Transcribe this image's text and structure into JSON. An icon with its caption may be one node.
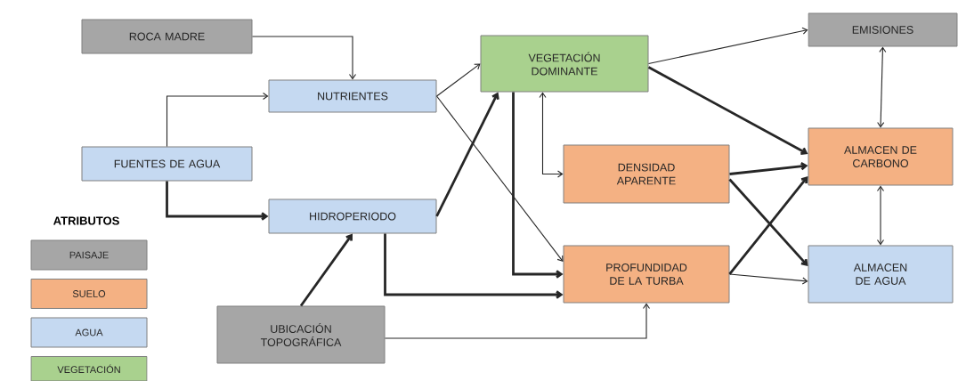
{
  "diagram": {
    "nodes": [
      {
        "text": [
          "ROCA MADRE"
        ]
      },
      {
        "text": [
          "NUTRIENTES"
        ]
      },
      {
        "text": [
          "FUENTES DE AGUA"
        ]
      },
      {
        "text": [
          "HIDROPERIODO"
        ]
      },
      {
        "text": [
          "UBICACIÓN TOPOGRÁFICA"
        ]
      },
      {
        "text": [
          "VEGETACIÓN DOMINANTE"
        ]
      },
      {
        "text": [
          "DENSIDAD APARENTE"
        ]
      },
      {
        "text": [
          "PROFUNDIDAD DE LA TURBA"
        ]
      },
      {
        "text": [
          "EMISIONES"
        ]
      },
      {
        "text": [
          "ALMACEN DE CARBONO"
        ]
      },
      {
        "text": [
          "ALMACEN DE AGUA"
        ]
      }
    ],
    "edges": [
      {
        "from": 0,
        "to": 1,
        "arrow": "to"
      },
      {
        "from": 2,
        "to": 1,
        "arrow": "to"
      },
      {
        "from": 2,
        "to": 3,
        "arrow": "to",
        "style": "thick"
      },
      {
        "from": 1,
        "to": 5,
        "arrow": "to"
      },
      {
        "from": 1,
        "to": 7,
        "arrow": "to"
      },
      {
        "from": 3,
        "to": 5,
        "arrow": "to",
        "style": "thick"
      },
      {
        "from": 3,
        "to": 7,
        "arrow": "to",
        "style": "thick"
      },
      {
        "from": 4,
        "to": 3,
        "arrow": "to",
        "style": "thick"
      },
      {
        "from": 4,
        "to": 7,
        "arrow": "to"
      },
      {
        "from": 5,
        "to": 8,
        "arrow": "to"
      },
      {
        "from": 5,
        "to": 9,
        "arrow": "to",
        "style": "thick"
      },
      {
        "from": 5,
        "to": 7,
        "arrow": "to",
        "style": "thick"
      },
      {
        "from": 5,
        "to": 6,
        "arrow": "both"
      },
      {
        "from": 6,
        "to": 9,
        "arrow": "to",
        "style": "thick"
      },
      {
        "from": 6,
        "to": 10,
        "arrow": "to",
        "style": "thick"
      },
      {
        "from": 7,
        "to": 9,
        "arrow": "to",
        "style": "thick"
      },
      {
        "from": 7,
        "to": 10,
        "arrow": "to"
      },
      {
        "from": 8,
        "to": 9,
        "arrow": "both"
      },
      {
        "from": 9,
        "to": 10,
        "arrow": "both"
      }
    ],
    "labels": [
      "ATRIBUTOS"
    ],
    "legend": [
      {
        "text": "PAISAJE",
        "color": "#a6a6a6"
      },
      {
        "text": "SUELO",
        "color": "#f4b183"
      },
      {
        "text": "AGUA",
        "color": "#c5d9f1"
      },
      {
        "text": "VEGETACIÓN",
        "color": "#a9d18e"
      }
    ]
  }
}
